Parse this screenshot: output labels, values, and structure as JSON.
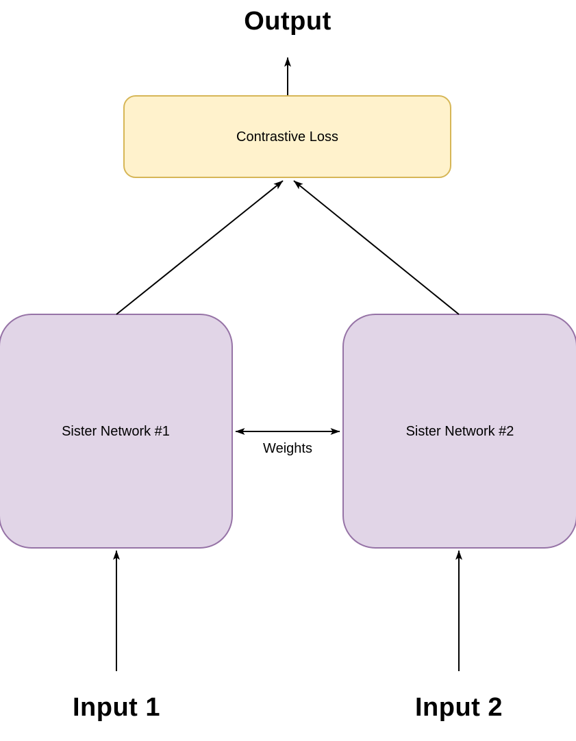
{
  "diagram": {
    "output_label": "Output",
    "contrastive_loss": {
      "label": "Contrastive Loss",
      "fill": "#FFF2CC",
      "border": "#D6B656"
    },
    "sister_network_1": {
      "label": "Sister Network #1",
      "fill": "#E1D5E7",
      "border": "#9673A6"
    },
    "sister_network_2": {
      "label": "Sister Network #2",
      "fill": "#E1D5E7",
      "border": "#9673A6"
    },
    "weights_label": "Weights",
    "input_1_label": "Input 1",
    "input_2_label": "Input 2",
    "arrow_color": "#000000",
    "background_color": "#FFFFFF"
  }
}
